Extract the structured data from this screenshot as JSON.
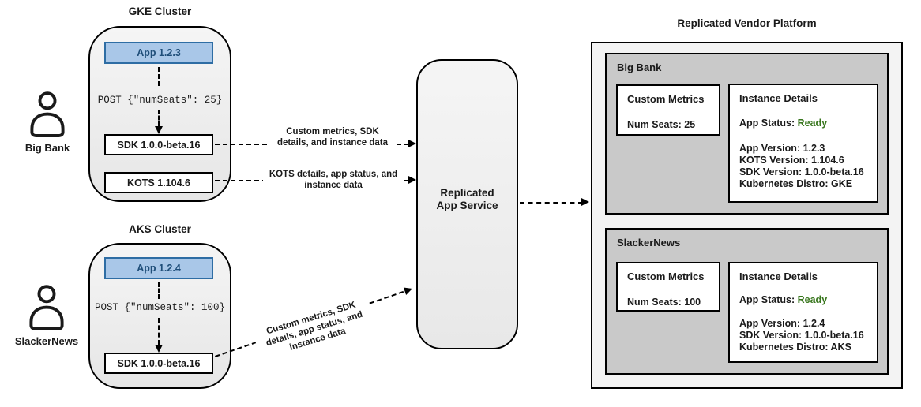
{
  "colors": {
    "app_fill": "#a9c7e8",
    "app_border": "#2e6da4",
    "app_text": "#1f4e79",
    "status_ready_green": "#38761d",
    "cluster_fill": "#eeeeee",
    "tenant_section_fill": "#c9c9c9",
    "platform_fill": "#f3f3f3"
  },
  "actors": [
    {
      "name": "Big Bank"
    },
    {
      "name": "SlackerNews"
    }
  ],
  "clusters": [
    {
      "title": "GKE Cluster",
      "app_label": "App 1.2.3",
      "post_request": "POST {\"numSeats\": 25}",
      "sdk_label": "SDK 1.0.0-beta.16",
      "kots_label": "KOTS 1.104.6"
    },
    {
      "title": "AKS Cluster",
      "app_label": "App 1.2.4",
      "post_request": "POST {\"numSeats\": 100}",
      "sdk_label": "SDK 1.0.0-beta.16"
    }
  ],
  "flows": [
    {
      "label": "Custom metrics, SDK details, and instance data"
    },
    {
      "label": "KOTS details, app status, and instance data"
    },
    {
      "label": "Custom metrics, SDK details, app status, and instance data"
    }
  ],
  "service": {
    "label": "Replicated App Service"
  },
  "platform": {
    "title": "Replicated Vendor Platform",
    "tenants": [
      {
        "name": "Big Bank",
        "custom_metrics": {
          "title": "Custom Metrics",
          "metric": "Num Seats: 25"
        },
        "instance_details": {
          "title": "Instance Details",
          "app_status_label": "App Status:",
          "app_status_value": "Ready",
          "lines": [
            "App Version: 1.2.3",
            "KOTS Version: 1.104.6",
            "SDK Version: 1.0.0-beta.16",
            "Kubernetes Distro: GKE"
          ]
        }
      },
      {
        "name": "SlackerNews",
        "custom_metrics": {
          "title": "Custom Metrics",
          "metric": "Num Seats: 100"
        },
        "instance_details": {
          "title": "Instance Details",
          "app_status_label": "App Status:",
          "app_status_value": "Ready",
          "lines": [
            "App Version: 1.2.4",
            "SDK Version: 1.0.0-beta.16",
            "Kubernetes Distro: AKS"
          ]
        }
      }
    ]
  }
}
